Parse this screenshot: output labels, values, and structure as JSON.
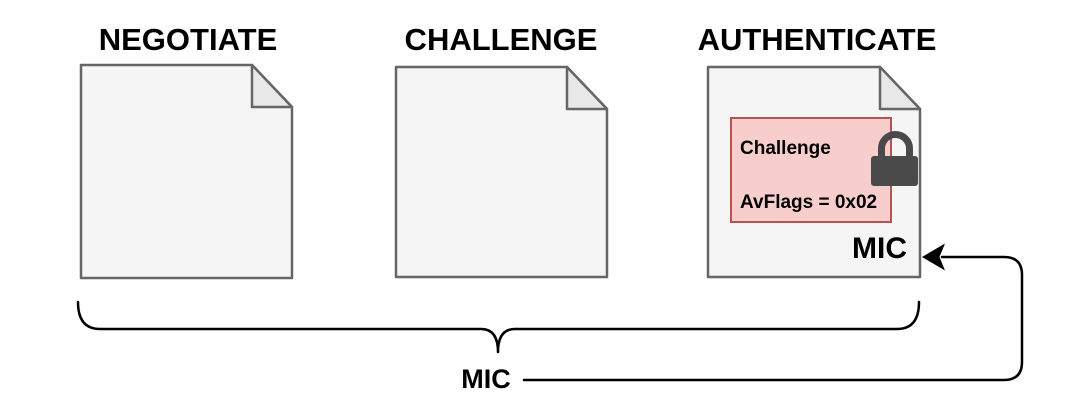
{
  "diagram": {
    "stages": [
      {
        "label": "NEGOTIATE"
      },
      {
        "label": "CHALLENGE"
      },
      {
        "label": "AUTHENTICATE"
      }
    ],
    "authenticate_payload": {
      "title": "Challenge",
      "detail": "AvFlags = 0x02",
      "icon": "lock-icon"
    },
    "doc_mic_label": "MIC",
    "brace_mic_label": "MIC",
    "colors": {
      "document_fill": "#f5f5f5",
      "document_fold": "#e8e8e8",
      "document_border": "#666666",
      "payload_fill": "#f8cecc",
      "payload_border": "#b85450",
      "lock_icon": "#4a4a4a",
      "line": "#000000",
      "text": "#000000"
    }
  }
}
